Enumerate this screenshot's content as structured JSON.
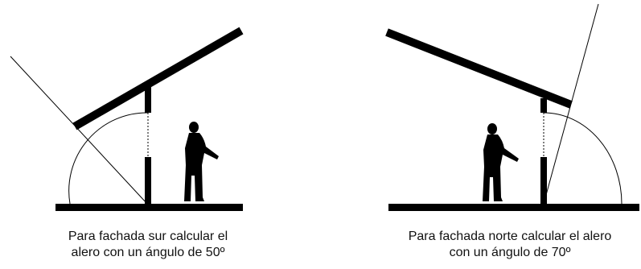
{
  "diagrams": [
    {
      "id": "south",
      "caption_line1": "Para fachada sur calcular el",
      "caption_line2": "alero con un ángulo de 50º",
      "angle_deg": 50
    },
    {
      "id": "north",
      "caption_line1": "Para fachada norte calcular el alero",
      "caption_line2": "con un ángulo de 70º",
      "angle_deg": 70
    }
  ],
  "colors": {
    "ink": "#000000",
    "background": "#ffffff"
  }
}
